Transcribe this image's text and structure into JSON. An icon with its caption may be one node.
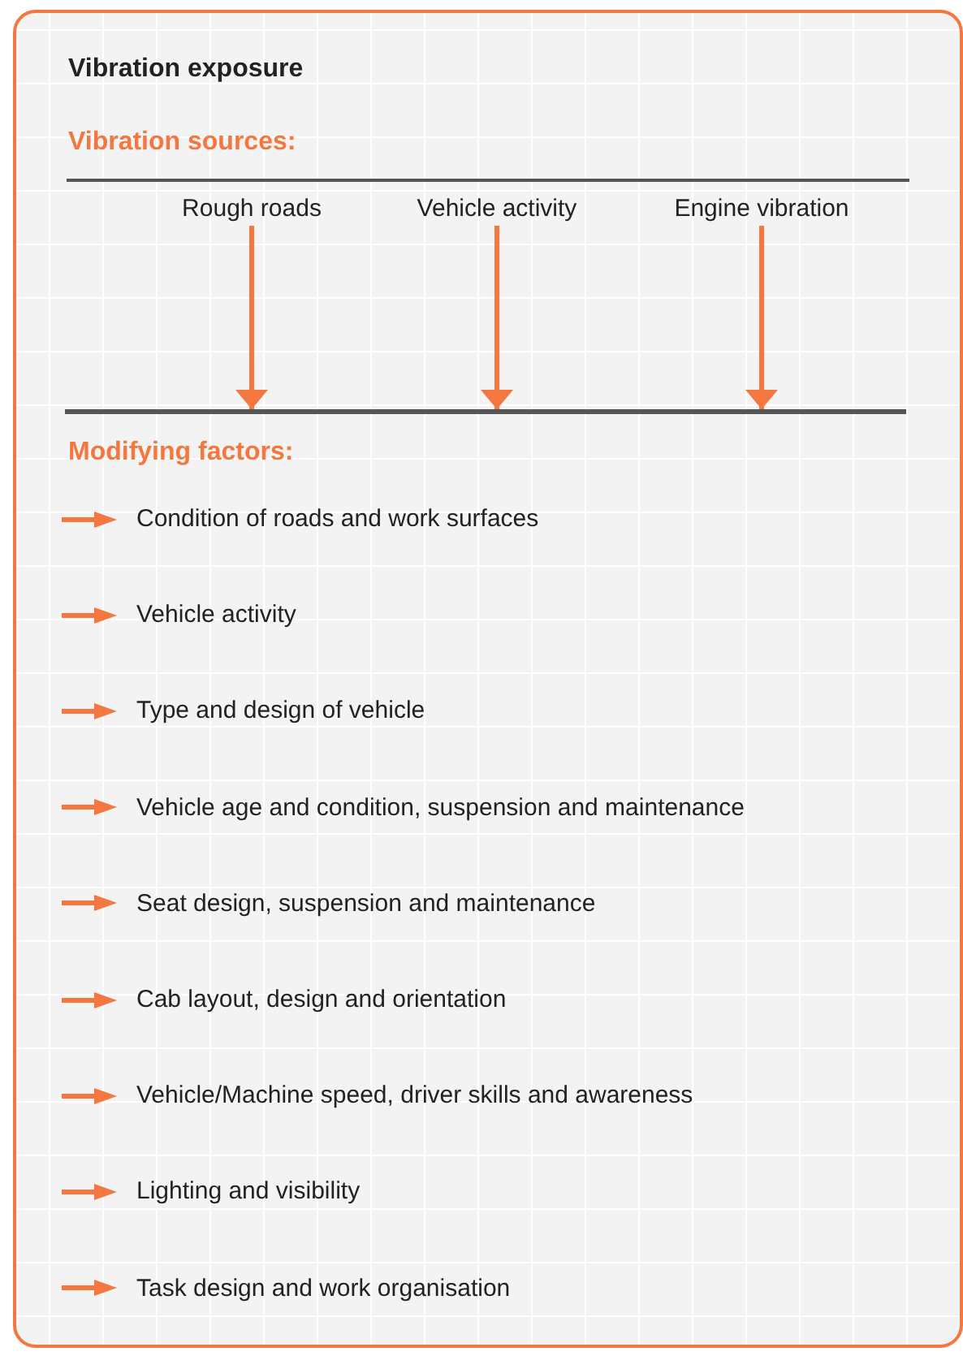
{
  "diagram": {
    "title": "Vibration exposure",
    "nodes": [
      {
        "text": [
          "Rough roads"
        ]
      },
      {
        "text": [
          "Vehicle activity"
        ]
      },
      {
        "text": [
          "Engine vibration"
        ]
      },
      {
        "text": [],
        "shape": "bar"
      }
    ],
    "edges": [
      {
        "from": 0,
        "to": 3,
        "arrow": "to"
      },
      {
        "from": 1,
        "to": 3,
        "arrow": "to"
      },
      {
        "from": 2,
        "to": 3,
        "arrow": "to"
      }
    ],
    "labels": [
      "Vibration sources:",
      "Modifying factors:",
      "Condition of roads and work surfaces",
      "Vehicle activity",
      "Type and design of vehicle",
      "Vehicle age and condition, suspension and maintenance",
      "Seat design, suspension and maintenance",
      "Cab layout, design and orientation",
      "Vehicle/Machine speed, driver skills and awareness",
      "Lighting and visibility",
      "Task design and work organisation"
    ]
  }
}
